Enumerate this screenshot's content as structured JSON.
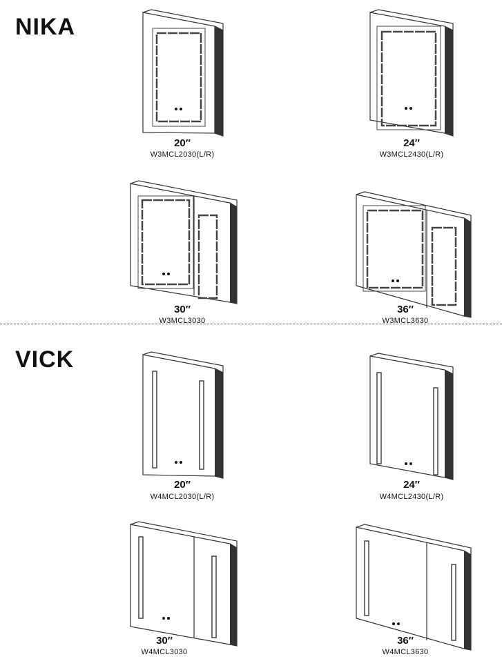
{
  "series": [
    {
      "name": "NIKA",
      "items": [
        {
          "size": "20″",
          "model": "W3MCL2030(L/R)"
        },
        {
          "size": "24″",
          "model": "W3MCL2430(L/R)"
        },
        {
          "size": "30″",
          "model": "W3MCL3030"
        },
        {
          "size": "36″",
          "model": "W3MCL3630"
        }
      ]
    },
    {
      "name": "VICK",
      "items": [
        {
          "size": "20″",
          "model": "W4MCL2030(L/R)"
        },
        {
          "size": "24″",
          "model": "W4MCL2430(L/R)"
        },
        {
          "size": "30″",
          "model": "W4MCL3030"
        },
        {
          "size": "36″",
          "model": "W4MCL3630"
        }
      ]
    }
  ]
}
